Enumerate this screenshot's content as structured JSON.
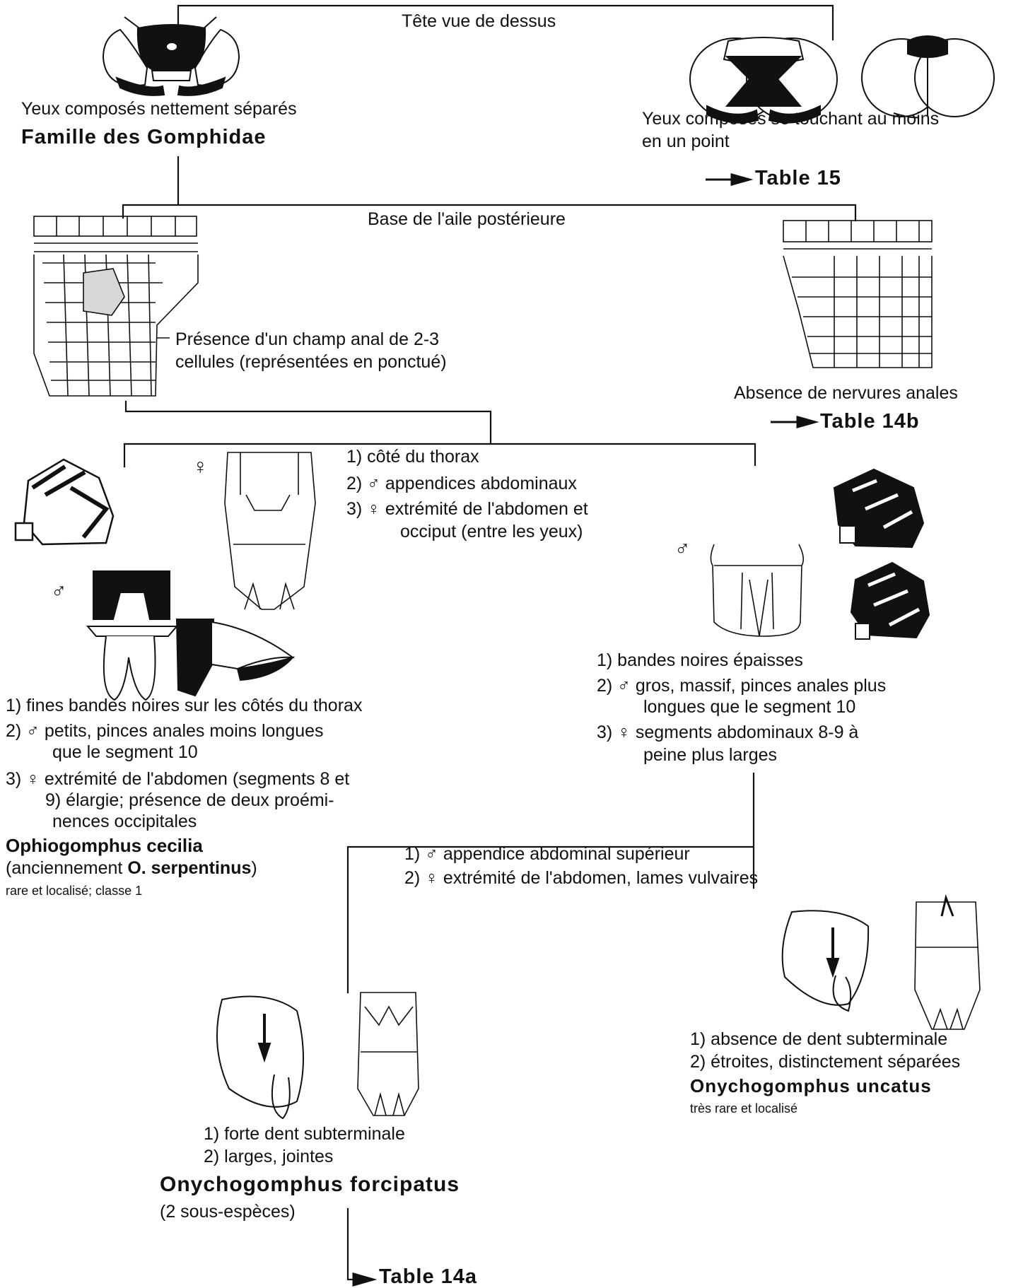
{
  "head_view": {
    "label": "Tête vue de dessus"
  },
  "eyes_separated": {
    "text": "Yeux composés nettement séparés",
    "family": "Famille des Gomphidae"
  },
  "eyes_touching": {
    "line1": "Yeux composés se touchant au moins",
    "line2": "en un point",
    "target": "Table 15"
  },
  "wing": {
    "label": "Base de l'aile postérieure",
    "anal_present_1": "Présence d'un champ anal de 2-3",
    "anal_present_2": "cellules (représentées en ponctué)",
    "anal_absent": "Absence de nervures anales",
    "target": "Table 14b"
  },
  "couplet3": {
    "c1": "1)  côté du thorax",
    "c2": "2)  ♂ appendices abdominaux",
    "c3a": "3)  ♀ extrémité de l'abdomen et",
    "c3b": "occiput (entre les yeux)"
  },
  "symbols": {
    "female": "♀",
    "male": "♂"
  },
  "ophio": {
    "l1": "1)  fines bandes noires sur les côtés du thorax",
    "l2a": "2)  ♂ petits, pinces anales moins longues",
    "l2b": "que le segment 10",
    "l3a": "3)  ♀ extrémité de l'abdomen (segments 8 et",
    "l3b": "9) élargie; présence de deux proémi-",
    "l3c": "nences occipitales",
    "name": "Ophiogomphus  cecilia",
    "formerly_pre": "(anciennement ",
    "formerly_name": "O. serpentinus",
    "formerly_post": ")",
    "status": "rare et localisé; classe 1"
  },
  "onycho_group": {
    "l1": "1)  bandes noires épaisses",
    "l2a": "2)  ♂ gros, massif, pinces anales plus",
    "l2b": "longues que le segment 10",
    "l3a": "3)  ♀ segments abdominaux 8-9 à",
    "l3b": "peine plus larges"
  },
  "couplet4": {
    "c1": "1)  ♂ appendice abdominal supérieur",
    "c2": "2)  ♀ extrémité de l'abdomen, lames vulvaires"
  },
  "uncatus": {
    "l1": "1)  absence de dent subterminale",
    "l2": "2)  étroites, distinctement séparées",
    "name": "Onychogomphus  uncatus",
    "status": "très rare et localisé"
  },
  "forcipatus": {
    "l1": "1)  forte dent subterminale",
    "l2": "2)  larges, jointes",
    "name": "Onychogomphus  forcipatus",
    "note": "(2 sous-espèces)",
    "target": "Table 14a"
  }
}
